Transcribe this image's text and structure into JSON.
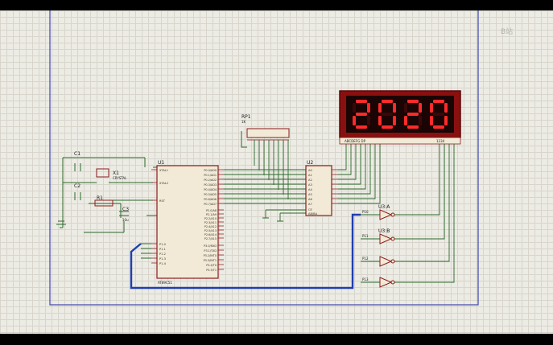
{
  "display": {
    "value": "2020",
    "digit_color": "#ff2a2a",
    "bezel_color": "#7a0c0c",
    "segment_labels": "ABCDEFG DP",
    "common_labels": "1234"
  },
  "components": {
    "rp1_ref": "RP1",
    "rp1_value": "1K",
    "c1": "C1",
    "c2": "C2",
    "c3": "C3",
    "c3_value": "10u",
    "x1": "X1",
    "x1_value": "CRYSTAL",
    "r1": "R1",
    "u1": "U1",
    "u1_part": "AT89C51",
    "u1_left_pins": [
      "XTAL1",
      "XTAL2",
      "RST",
      "P1.0",
      "P1.1",
      "P1.2",
      "P1.3",
      "P1.4"
    ],
    "u1_right_pins": [
      "P0.0/AD0",
      "P0.1/AD1",
      "P0.2/AD2",
      "P0.3/AD3",
      "P0.4/AD4",
      "P0.5/AD5",
      "P0.6/AD6",
      "P0.7/AD7",
      "P2.0/A8",
      "P2.1/A9",
      "P2.2/A10",
      "P2.3/A11",
      "P2.4/A12",
      "P2.5/A13",
      "P2.6/A14",
      "P2.7/A15",
      "P3.0/RXD",
      "P3.1/TXD",
      "P3.2/INT0",
      "P3.3/INT1",
      "P3.4/T0",
      "P3.5/T1"
    ],
    "u2": "U2",
    "u2_pins": [
      "A0",
      "A1",
      "A2",
      "A3",
      "A4",
      "A5",
      "A6",
      "A7",
      "CE",
      "AB/BA"
    ],
    "u3a": "U3:A",
    "u3b": "U3:B",
    "u3_labels": [
      "P10",
      "P11",
      "P12",
      "P13"
    ]
  },
  "colors": {
    "wire": "#2a6a2a",
    "bus": "#1f3fb0",
    "component": "#8b1c1c",
    "body_fill": "#f2ead6"
  },
  "watermark": "B站"
}
